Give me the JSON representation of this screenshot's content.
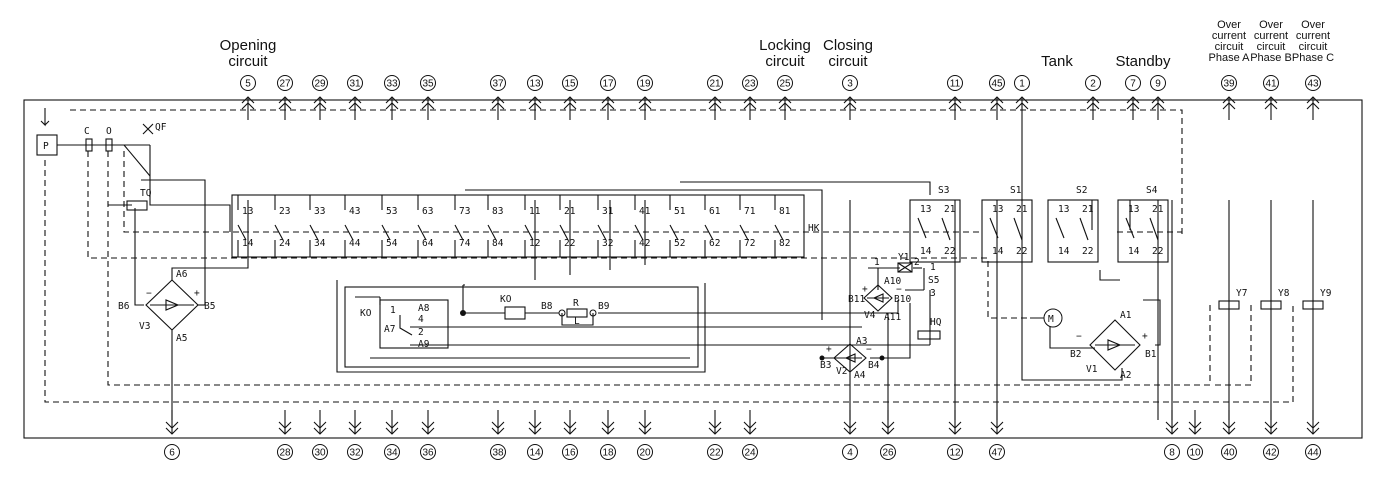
{
  "sections": {
    "opening": [
      "Opening",
      "circuit"
    ],
    "locking": [
      "Locking",
      "circuit"
    ],
    "closing": [
      "Closing",
      "circuit"
    ],
    "tank": "Tank",
    "standby": "Standby",
    "phase_a": [
      "Over",
      "current",
      "circuit",
      "Phase A"
    ],
    "phase_b": [
      "Over",
      "current",
      "circuit",
      "Phase B"
    ],
    "phase_c": [
      "Over",
      "current",
      "circuit",
      "Phase C"
    ]
  },
  "top_terminals": [
    "5",
    "27",
    "29",
    "31",
    "33",
    "35",
    "37",
    "13",
    "15",
    "17",
    "19",
    "21",
    "23",
    "25",
    "3",
    "11",
    "45",
    "1",
    "2",
    "7",
    "9",
    "39",
    "41",
    "43"
  ],
  "bottom_terminals": [
    "6",
    "28",
    "30",
    "32",
    "34",
    "36",
    "38",
    "14",
    "16",
    "18",
    "20",
    "22",
    "24",
    "4",
    "26",
    "12",
    "47",
    "8",
    "10",
    "40",
    "42",
    "44"
  ],
  "hk": {
    "label": "HK",
    "upper": [
      "13",
      "23",
      "33",
      "43",
      "53",
      "63",
      "73",
      "83",
      "11",
      "21",
      "31",
      "41",
      "51",
      "61",
      "71",
      "81"
    ],
    "lower": [
      "14",
      "24",
      "34",
      "44",
      "54",
      "64",
      "74",
      "84",
      "12",
      "22",
      "32",
      "42",
      "52",
      "62",
      "72",
      "82"
    ]
  },
  "switches": [
    {
      "name": "S3",
      "contacts": [
        "13",
        "21",
        "14",
        "22"
      ]
    },
    {
      "name": "S1",
      "contacts": [
        "13",
        "21",
        "14",
        "22"
      ]
    },
    {
      "name": "S2",
      "contacts": [
        "13",
        "21",
        "14",
        "22"
      ]
    },
    {
      "name": "S4",
      "contacts": [
        "13",
        "21",
        "14",
        "22"
      ]
    }
  ],
  "components": {
    "p": "P",
    "c": "C",
    "o": "O",
    "qf": "QF",
    "tq": "TQ",
    "v3": {
      "name": "V3",
      "pins": [
        "A6",
        "B6",
        "B5",
        "A5"
      ],
      "minus": "−",
      "plus": "+"
    },
    "v1": {
      "name": "V1",
      "pins": [
        "A1",
        "B2",
        "B1",
        "A2"
      ],
      "minus": "−",
      "plus": "+"
    },
    "v2": {
      "name": "V2",
      "pins": [
        "A3",
        "B3",
        "B4",
        "A4"
      ],
      "minus": "−",
      "plus": "+"
    },
    "v4": {
      "name": "V4",
      "pins": [
        "A10",
        "B11",
        "B10",
        "A11"
      ],
      "minus": "−",
      "plus": "+"
    },
    "y1": {
      "name": "Y1",
      "pins": [
        "1",
        "2"
      ]
    },
    "s5": {
      "name": "S5",
      "pins": [
        "1",
        "3"
      ]
    },
    "hq": "HQ",
    "motor": "M",
    "ko_relay": {
      "name": "KO",
      "pins": [
        "1",
        "A8",
        "4",
        "A7",
        "2",
        "A9"
      ]
    },
    "ko_coil": "KO",
    "resistor": {
      "name": "R",
      "pins": [
        "B8",
        "B9"
      ]
    },
    "inductor": "L",
    "y7": "Y7",
    "y8": "Y8",
    "y9": "Y9"
  }
}
